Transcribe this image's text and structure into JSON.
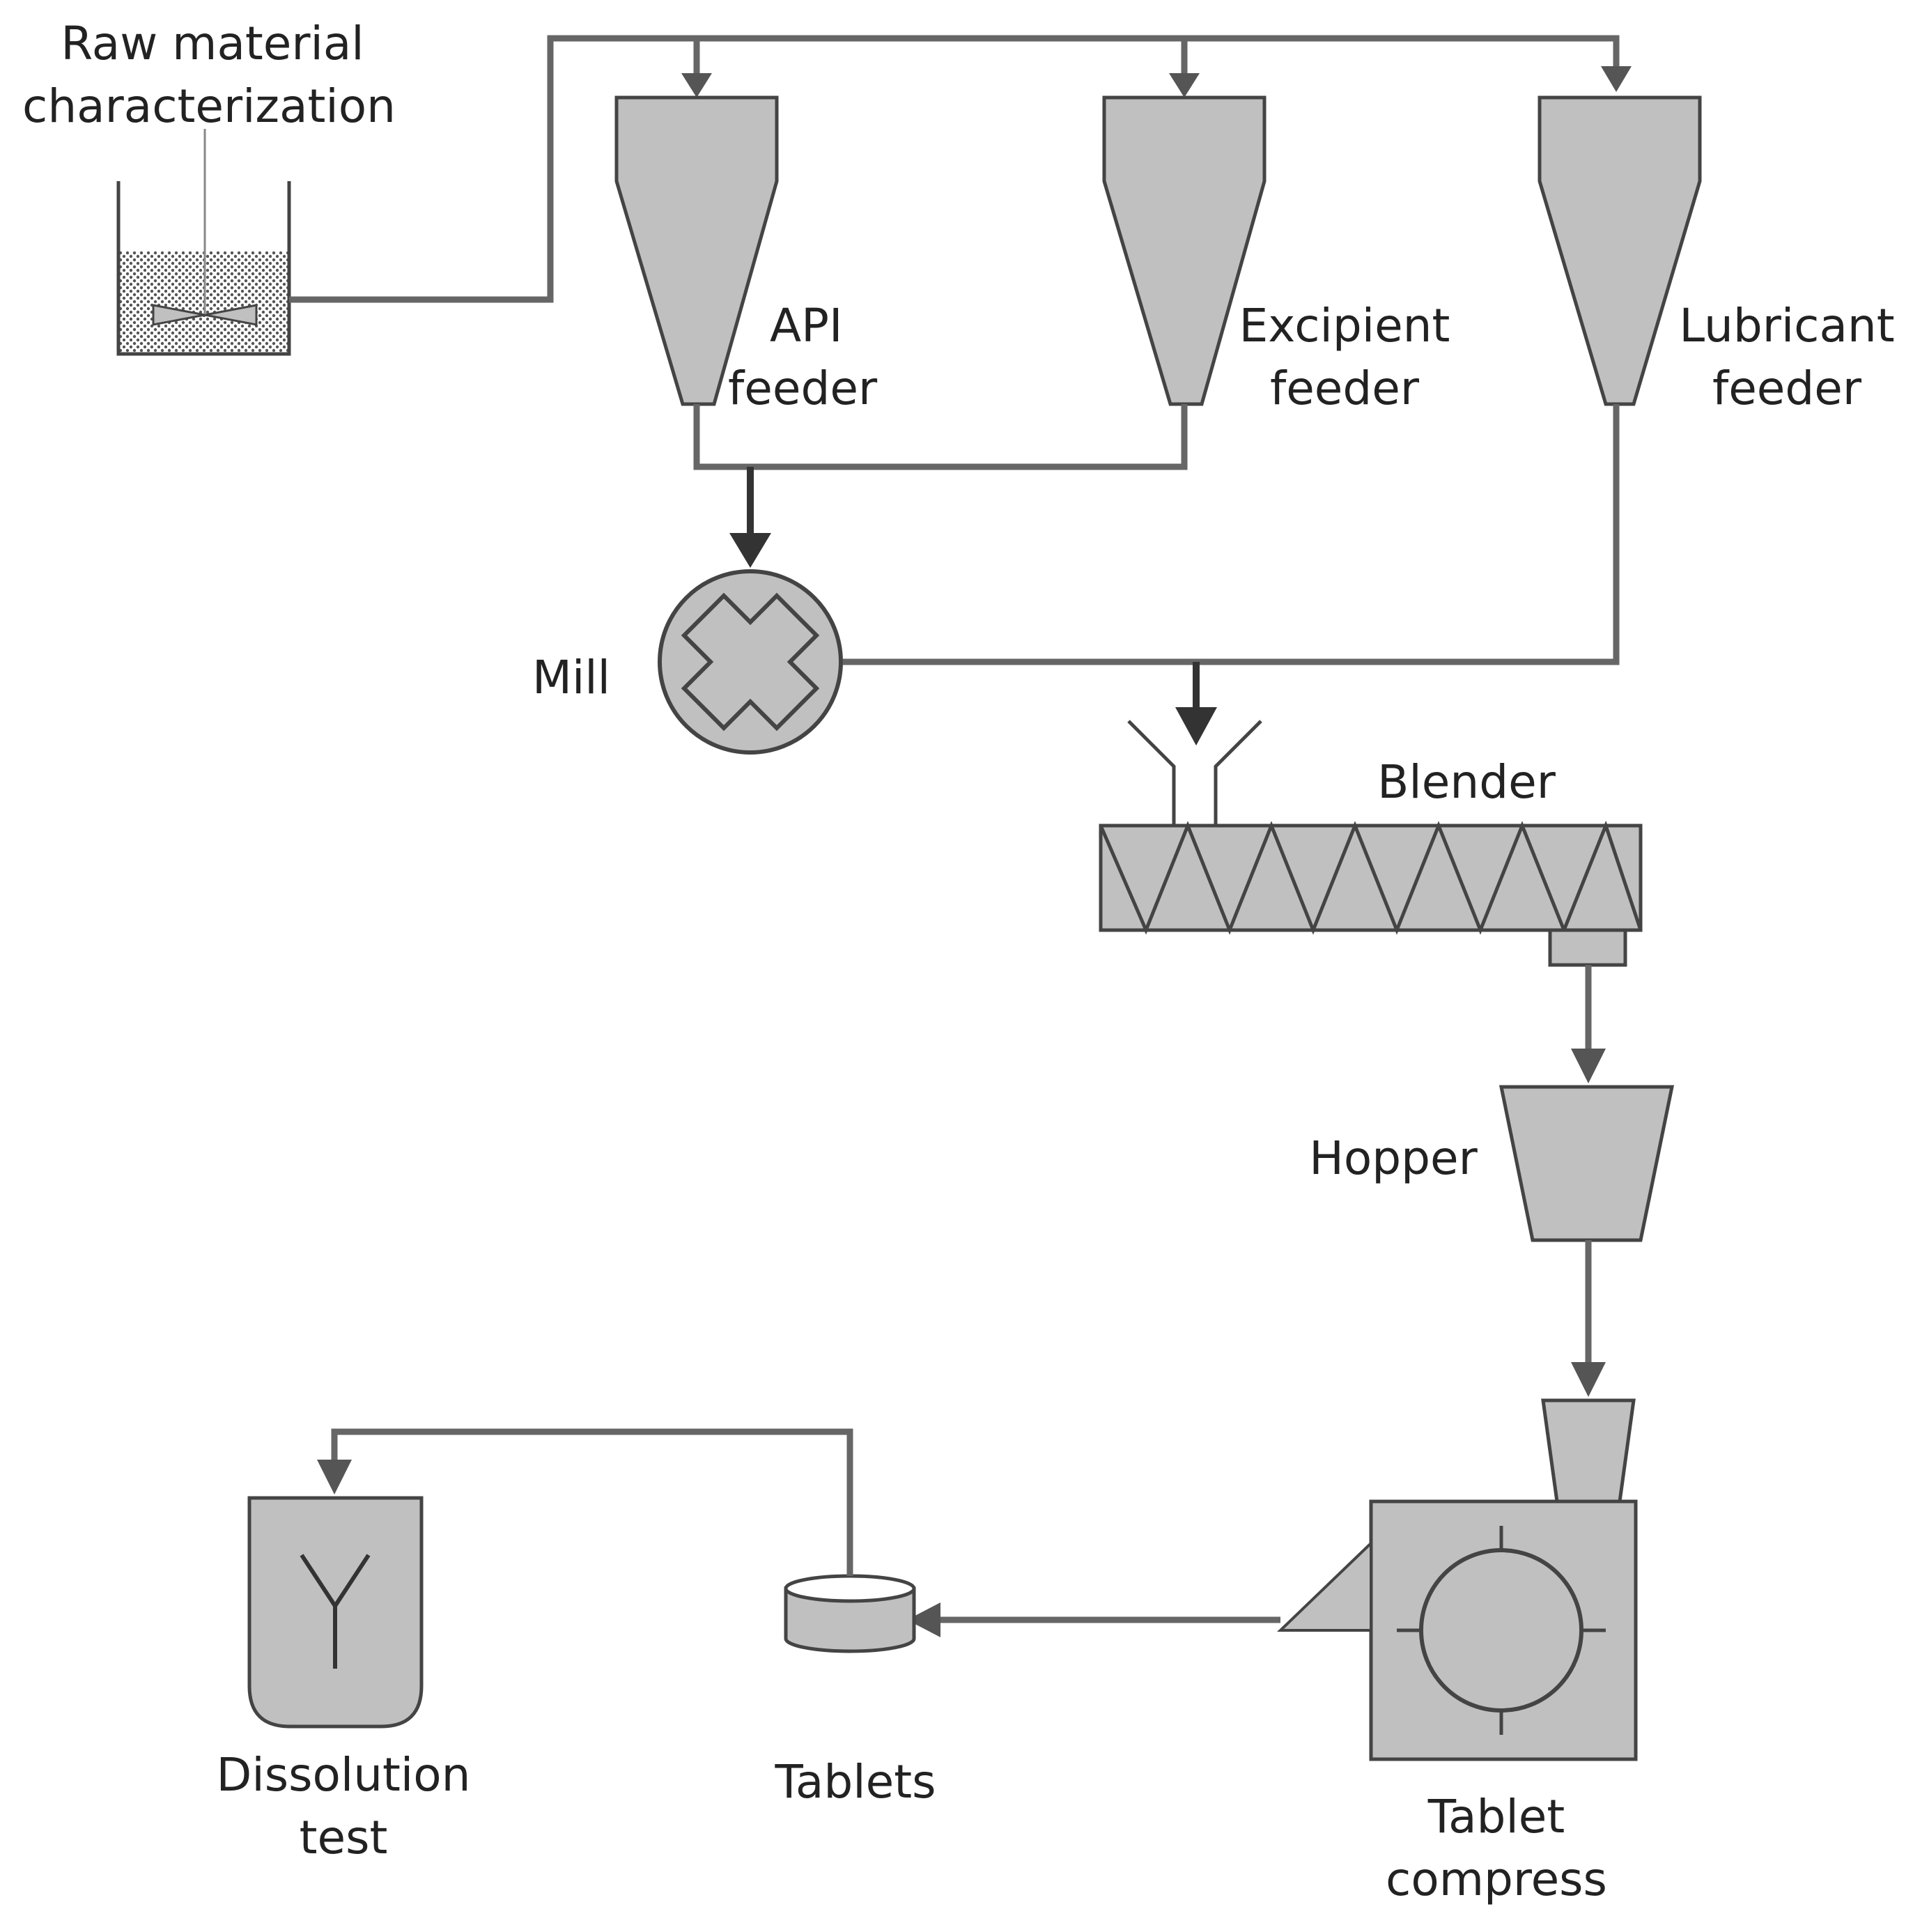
{
  "labels": {
    "raw_material_line1": "Raw material",
    "raw_material_line2": "characterization",
    "api_line1": "API",
    "api_line2": "feeder",
    "excipient_line1": "Excipient",
    "excipient_line2": "feeder",
    "lubricant_line1": "Lubricant",
    "lubricant_line2": "feeder",
    "mill": "Mill",
    "blender": "Blender",
    "hopper": "Hopper",
    "tablet_compress_line1": "Tablet",
    "tablet_compress_line2": "compress",
    "tablets": "Tablets",
    "dissolution_line1": "Dissolution",
    "dissolution_line2": "test"
  },
  "colors": {
    "equipment_fill": "#c0c0c0",
    "outline": "#444444",
    "flow_line": "#666666",
    "dark_arrow": "#333333",
    "text": "#222222"
  }
}
